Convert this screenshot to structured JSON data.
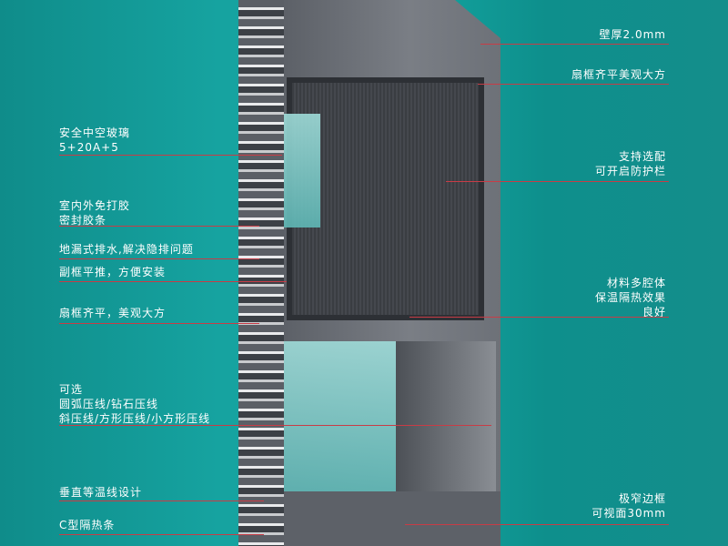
{
  "left_labels": [
    {
      "id": "glass",
      "text": "安全中空玻璃\n5+20A+5"
    },
    {
      "id": "seal",
      "text": "室内外免打胶\n密封胶条"
    },
    {
      "id": "drain",
      "text": "地漏式排水,解决隐排问题"
    },
    {
      "id": "subframe",
      "text": "副框平推，方便安装"
    },
    {
      "id": "flush",
      "text": "扇框齐平，美观大方"
    },
    {
      "id": "bead",
      "text": "可选\n圆弧压线/钻石压线\n斜压线/方形压线/小方形压线"
    },
    {
      "id": "isotherm",
      "text": "垂直等温线设计"
    },
    {
      "id": "cstrip",
      "text": "C型隔热条"
    }
  ],
  "right_labels": [
    {
      "id": "thickness",
      "text": "壁厚2.0mm"
    },
    {
      "id": "sashflush",
      "text": "扇框齐平美观大方"
    },
    {
      "id": "guard",
      "text": "支持选配\n可开启防护栏"
    },
    {
      "id": "cavity",
      "text": "材料多腔体\n保温隔热效果\n良好"
    },
    {
      "id": "narrow",
      "text": "极窄边框\n可视面30mm"
    }
  ],
  "colors": {
    "background": "#12a09c",
    "leader": "#c83c46",
    "frame": "#6a6e75"
  }
}
